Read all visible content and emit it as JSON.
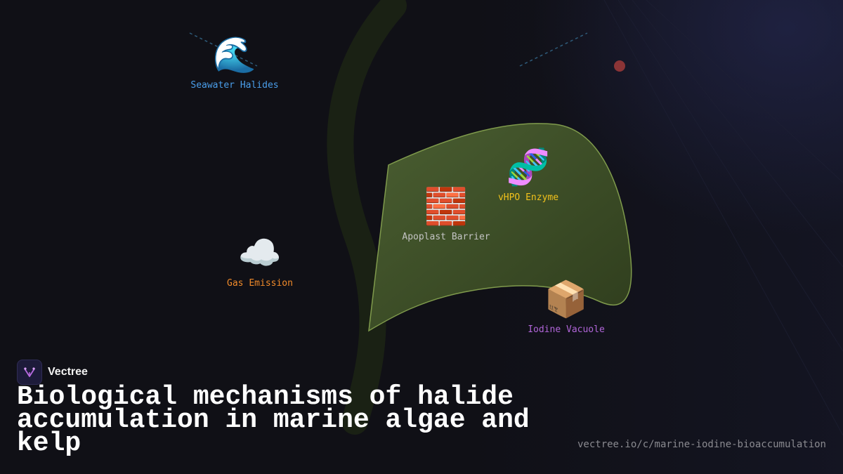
{
  "nodes": [
    {
      "icon": "wave-icon",
      "emoji": "🌊",
      "label": "Seawater Halides",
      "color": "#4a9eea"
    },
    {
      "icon": "dna-icon",
      "emoji": "🧬",
      "label": "vHPO Enzyme",
      "color": "#f2c21b"
    },
    {
      "icon": "brick-icon",
      "emoji": "🧱",
      "label": "Apoplast Barrier",
      "color": "#c4c4c4"
    },
    {
      "icon": "cloud-icon",
      "emoji": "☁️",
      "label": "Gas Emission",
      "color": "#f08a2a"
    },
    {
      "icon": "package-icon",
      "emoji": "📦",
      "label": "Iodine Vacuole",
      "color": "#b065d8"
    }
  ],
  "brand": {
    "name": "Vectree",
    "icon": "vectree-logo-icon"
  },
  "title": "Biological mechanisms of halide accumulation in marine algae and kelp",
  "url": "vectree.io/c/marine-iodine-bioaccumulation",
  "colors": {
    "background": "#101016",
    "leaf_fill": "#3f5229",
    "leaf_stroke": "#7f9a4c",
    "stem": "#1c2314",
    "accent_dot": "#a03a3a"
  }
}
